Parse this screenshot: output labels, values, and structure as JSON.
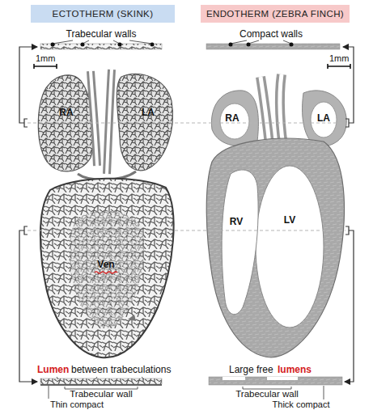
{
  "diagram": {
    "nodes": [
      {
        "text": [
          "ECTOTHERM (SKINK)"
        ]
      },
      {
        "text": [
          "ENDOTHERM (ZEBRA FINCH)"
        ]
      }
    ],
    "labels": [
      "Trabecular walls",
      "Compact walls",
      "1mm",
      "1mm",
      "RA",
      "LA",
      "Ven",
      "RA",
      "LA",
      "RV",
      "LV",
      "Lumen",
      "between trabeculations",
      "Large free",
      "lumens",
      "Trabecular wall",
      "Thin compact",
      "Trabecular wall",
      "Thick compact"
    ]
  }
}
